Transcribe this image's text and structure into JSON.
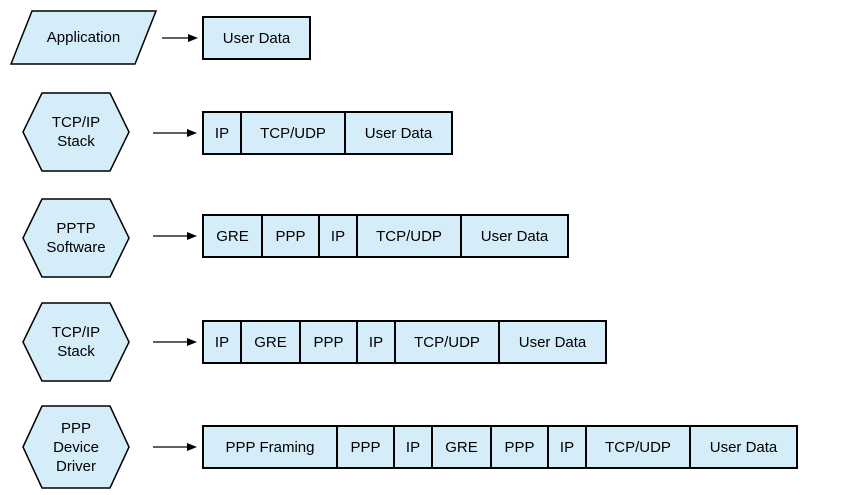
{
  "diagram": {
    "description": "PPTP packet encapsulation stages",
    "colors": {
      "shape_fill": "#D5ECF9",
      "shape_stroke": "#000000",
      "box_fill": "#D5ECF9",
      "box_stroke": "#000000",
      "arrow_stroke": "#000000",
      "text": "#000000",
      "background": "#FFFFFF"
    },
    "icons": {
      "arrow": "right-arrow-icon"
    }
  },
  "rows": [
    {
      "stage": {
        "shape": "parallelogram",
        "lines": [
          "Application"
        ]
      },
      "packet": [
        "User Data"
      ]
    },
    {
      "stage": {
        "shape": "hexagon",
        "lines": [
          "TCP/IP",
          "Stack"
        ]
      },
      "packet": [
        "IP",
        "TCP/UDP",
        "User Data"
      ]
    },
    {
      "stage": {
        "shape": "hexagon",
        "lines": [
          "PPTP",
          "Software"
        ]
      },
      "packet": [
        "GRE",
        "PPP",
        "IP",
        "TCP/UDP",
        "User Data"
      ]
    },
    {
      "stage": {
        "shape": "hexagon",
        "lines": [
          "TCP/IP",
          "Stack"
        ]
      },
      "packet": [
        "IP",
        "GRE",
        "PPP",
        "IP",
        "TCP/UDP",
        "User Data"
      ]
    },
    {
      "stage": {
        "shape": "hexagon",
        "lines": [
          "PPP",
          "Device",
          "Driver"
        ]
      },
      "packet": [
        "PPP Framing",
        "PPP",
        "IP",
        "GRE",
        "PPP",
        "IP",
        "TCP/UDP",
        "User Data"
      ]
    }
  ]
}
